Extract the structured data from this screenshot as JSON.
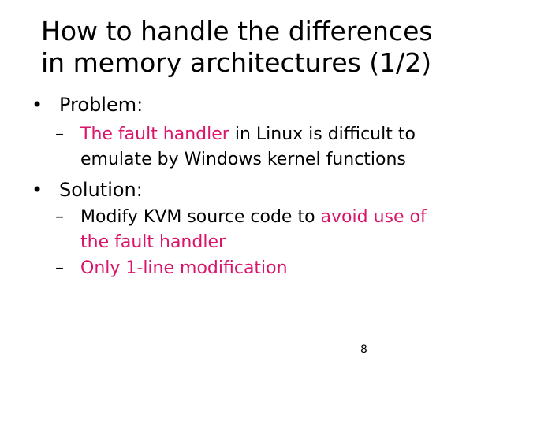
{
  "title": [
    "How to handle the differences",
    "in memory architectures (1/2)"
  ],
  "bullets": [
    {
      "label": "Problem:",
      "subs": [
        {
          "hl1": "The fault handler",
          "text1": " in Linux is difficult to",
          "line2": "emulate by Windows kernel functions"
        }
      ]
    },
    {
      "label": "Solution:",
      "subs": [
        {
          "text1": "Modify KVM source code to ",
          "hl1": "avoid use of",
          "line2": "the fault handler"
        },
        {
          "hl1": "Only 1-line modification"
        }
      ]
    }
  ],
  "bullet_glyph": "•",
  "dash_glyph": "–",
  "page_number": "8",
  "colors": {
    "highlight": "#d9146a",
    "text": "#000000"
  }
}
